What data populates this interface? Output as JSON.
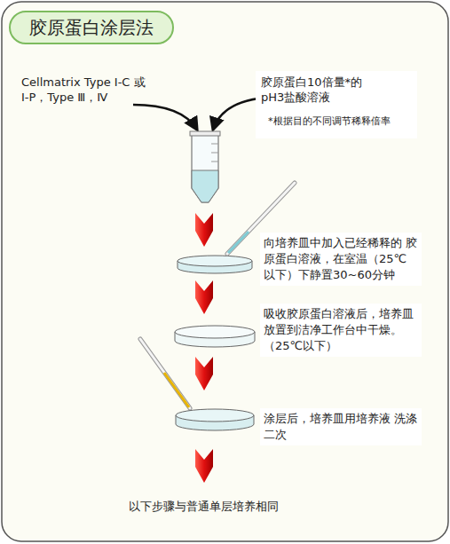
{
  "diagram": {
    "nodes": [
      {
        "text": [
          "胶原蛋白涂层法"
        ]
      },
      {
        "text": [
          "胶原蛋白10倍量*的 pH3盐酸溶液",
          "*根据目的不同调节稀释倍率"
        ]
      },
      {
        "text": [
          "向培养皿中加入已经稀释的 胶原蛋白溶液，在室温（25℃ 以下）下静置30~60分钟"
        ]
      },
      {
        "text": [
          "吸收胶原蛋白溶液后，培养皿 放置到洁净工作台中干燥。（25℃以下）"
        ]
      },
      {
        "text": [
          "涂层后，培养皿用培养液 洗涤二次"
        ]
      }
    ],
    "labels": [
      "Cellmatrix Type Ⅰ-C 或Ⅰ-P，Type Ⅲ，Ⅳ",
      "以下步骤与普通单层培养相同"
    ]
  }
}
